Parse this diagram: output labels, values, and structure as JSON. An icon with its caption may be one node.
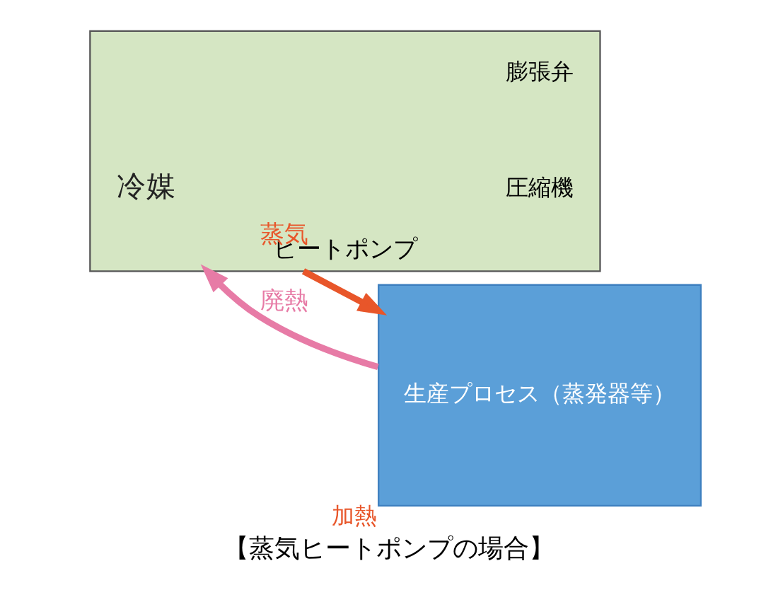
{
  "diagram": {
    "caption": "【蒸気ヒートポンプの場合】",
    "nodes": [
      {
        "text": [
          "ヒートポンプ"
        ]
      },
      {
        "text": [
          "冷媒"
        ],
        "in": 0
      },
      {
        "text": [
          "膨張弁"
        ],
        "in": 0
      },
      {
        "text": [
          "圧縮機"
        ],
        "in": 0
      },
      {
        "text": [
          "生産プロセス（蒸発器等）"
        ],
        "beside": [
          "加熱"
        ]
      }
    ],
    "edges": [
      {
        "from": 0,
        "to": 4,
        "arrow": "to",
        "label": "蒸気",
        "color": "#e8562a"
      },
      {
        "from": 4,
        "to": 0,
        "arrow": "to",
        "label": "廃熱",
        "color": "#e77ba6"
      }
    ]
  }
}
